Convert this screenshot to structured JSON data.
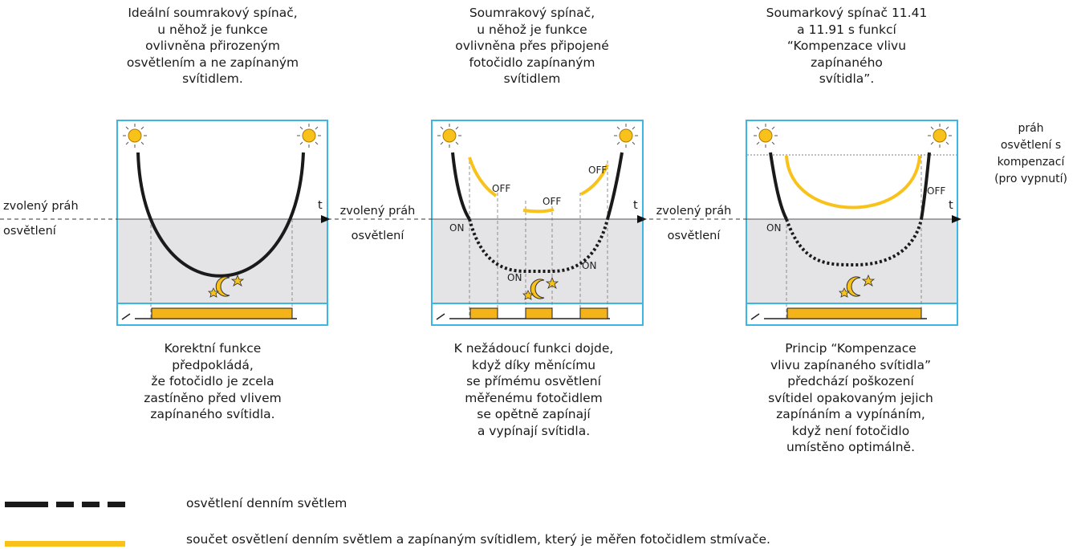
{
  "panels": [
    {
      "title": "Ideální soumrakový spínač,\nu něhož je funkce\novlivněna přirozeným\nosvětlením a ne zapínaným\nsvítidlem.",
      "caption": "Korektní funkce\npředpokládá,\nže fotočidlo je zcela\nzastíněno před vlivem\nzapínaného svítidla.",
      "threshold_label": "zvolený práh\nosvětlení",
      "axis_label": "t"
    },
    {
      "title": "Soumrakový spínač,\nu něhož je funkce\novlivněna přes připojené\nfotočidlo zapínaným\nsvítidlem",
      "caption": "K nežádoucí funkci dojde,\nkdyž díky měnícímu\nse přímému osvětlení\nměřenému fotočidlem\nse opětně zapínají\na vypínají svítidla.",
      "threshold_label": "zvolený práh\nosvětlení",
      "axis_label": "t",
      "markers": {
        "on": "ON",
        "off": "OFF"
      }
    },
    {
      "title": "Soumarkový spínač 11.41\na 11.91 s funkcí\n“Kompenzace vlivu\nzapínaného\nsvítidla”.",
      "caption": "Princip “Kompenzace\nvlivu zapínaného svítidla”\npředchází poškození\nsvítidel opakovaným jejich\nzapínáním a vypínáním,\nkdyž není fotočidlo\numístěno optimálně.",
      "threshold_label": "zvolený práh\nosvětlení",
      "axis_label": "t",
      "markers": {
        "on": "ON",
        "off": "OFF"
      }
    }
  ],
  "compensated_threshold_label": "práh\nosvětlení s\nkompenzací\n(pro vypnutí)",
  "legend": [
    {
      "text": "osvětlení denním světlem",
      "color": "#1a1a1a"
    },
    {
      "text": "součet osvětlení denním světlem a zapínaným svítidlem, který je měřen fotočidlem stmívače.",
      "color": "#f9c21a"
    }
  ],
  "colors": {
    "frame": "#3ab8e3",
    "night": "#e4e4e6",
    "lamp": "#f9c21a",
    "bar": "#f5b31a",
    "daylight": "#1a1a1a"
  }
}
